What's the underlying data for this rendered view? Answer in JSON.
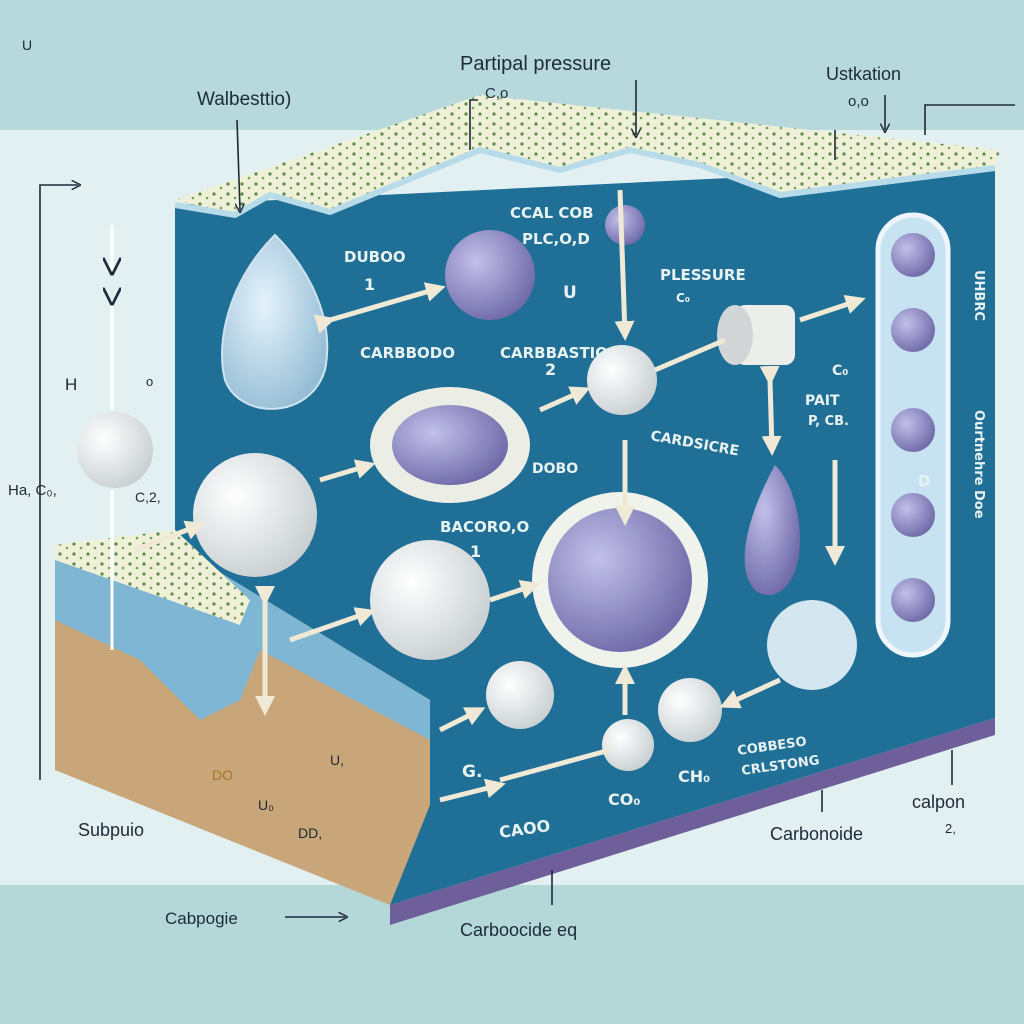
{
  "corner_mark": "U",
  "top_labels": {
    "left": "Walbesttio)",
    "center": "Partipal pressure",
    "center_sub": "C,o",
    "right": "Ustkation",
    "right_sub": "o,o"
  },
  "box_labels": {
    "duboo": "DUBOO",
    "duboo_num": "1",
    "ccal": "CCAL COB",
    "plco": "PLC,O,D",
    "u_mid": "U",
    "plessure": "PLESSURE",
    "plessure_sub": "C₀",
    "carbbodo": "CARBBODO",
    "carbbastio": "CARBBASTIO",
    "carbbastio_num": "2",
    "cardsicre": "CARDSICRE",
    "dobo": "DOBO",
    "bacoro": "BACORO,O",
    "bacoro_num": "1",
    "co_right": "C₀",
    "pait": "PAIT",
    "pait_sub": "P, CB.",
    "d_label": "D",
    "g_label": "G.",
    "caoo": "CAOO",
    "co0": "CO₀",
    "ch0": "CH₀",
    "cobbeso": "COBBESO",
    "crlstong": "CRLSTONG",
    "vertical_1": "UHBRC",
    "vertical_2": "Ourtnehre Doe"
  },
  "left_labels": {
    "h": "H",
    "o": "o",
    "hac": "Ha, C₀,",
    "c2": "C,2,"
  },
  "soil_labels": {
    "u": "U,",
    "do": "DO",
    "u0": "U₀",
    "dd": "DD,"
  },
  "bottom_labels": {
    "subpuio": "Subpuio",
    "cabpogie": "Cabpogie",
    "carboocide": "Carboocide eq",
    "carbonoide": "Carbonoide",
    "calpon": "calpon",
    "calpon_sub": "2,"
  },
  "colors": {
    "water": "#1f6f96",
    "sphere": "#e9ecea",
    "purple": "#7f7cb8",
    "soil": "#c9a57a"
  }
}
